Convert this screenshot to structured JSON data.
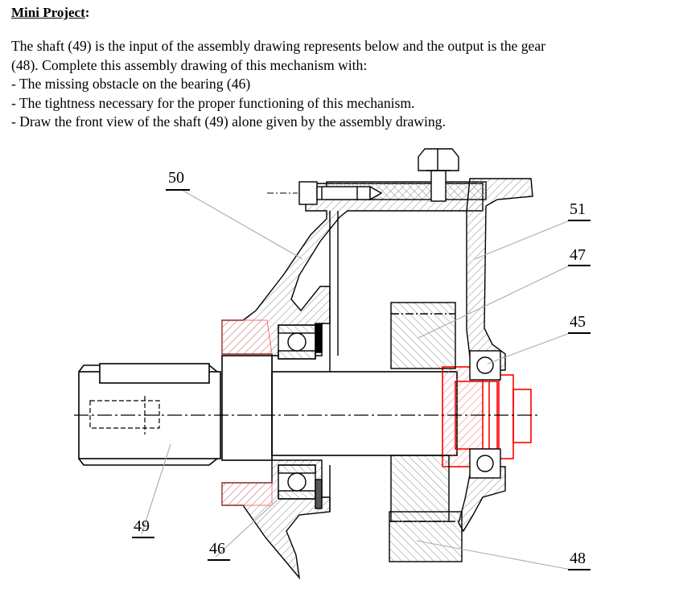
{
  "heading": {
    "title": "Mini Project",
    "colon": ":"
  },
  "intro": {
    "line1": "The shaft (49) is the input of the assembly drawing represents below and the output is the gear",
    "line2": "(48).  Complete this assembly drawing of this mechanism with:",
    "items": [
      "- The missing obstacle on the bearing (46)",
      "- The tightness necessary for the proper functioning of this mechanism.",
      "- Draw the front view of the shaft (49) alone given by the assembly drawing."
    ]
  },
  "callouts": {
    "c50": "50",
    "c51": "51",
    "c47": "47",
    "c45": "45",
    "c49": "49",
    "c46": "46",
    "c48": "48"
  },
  "colors": {
    "line": "#000000",
    "highlight": "#ff0000",
    "leader": "#aaaaaa",
    "hatch": "#8a8a8a"
  }
}
